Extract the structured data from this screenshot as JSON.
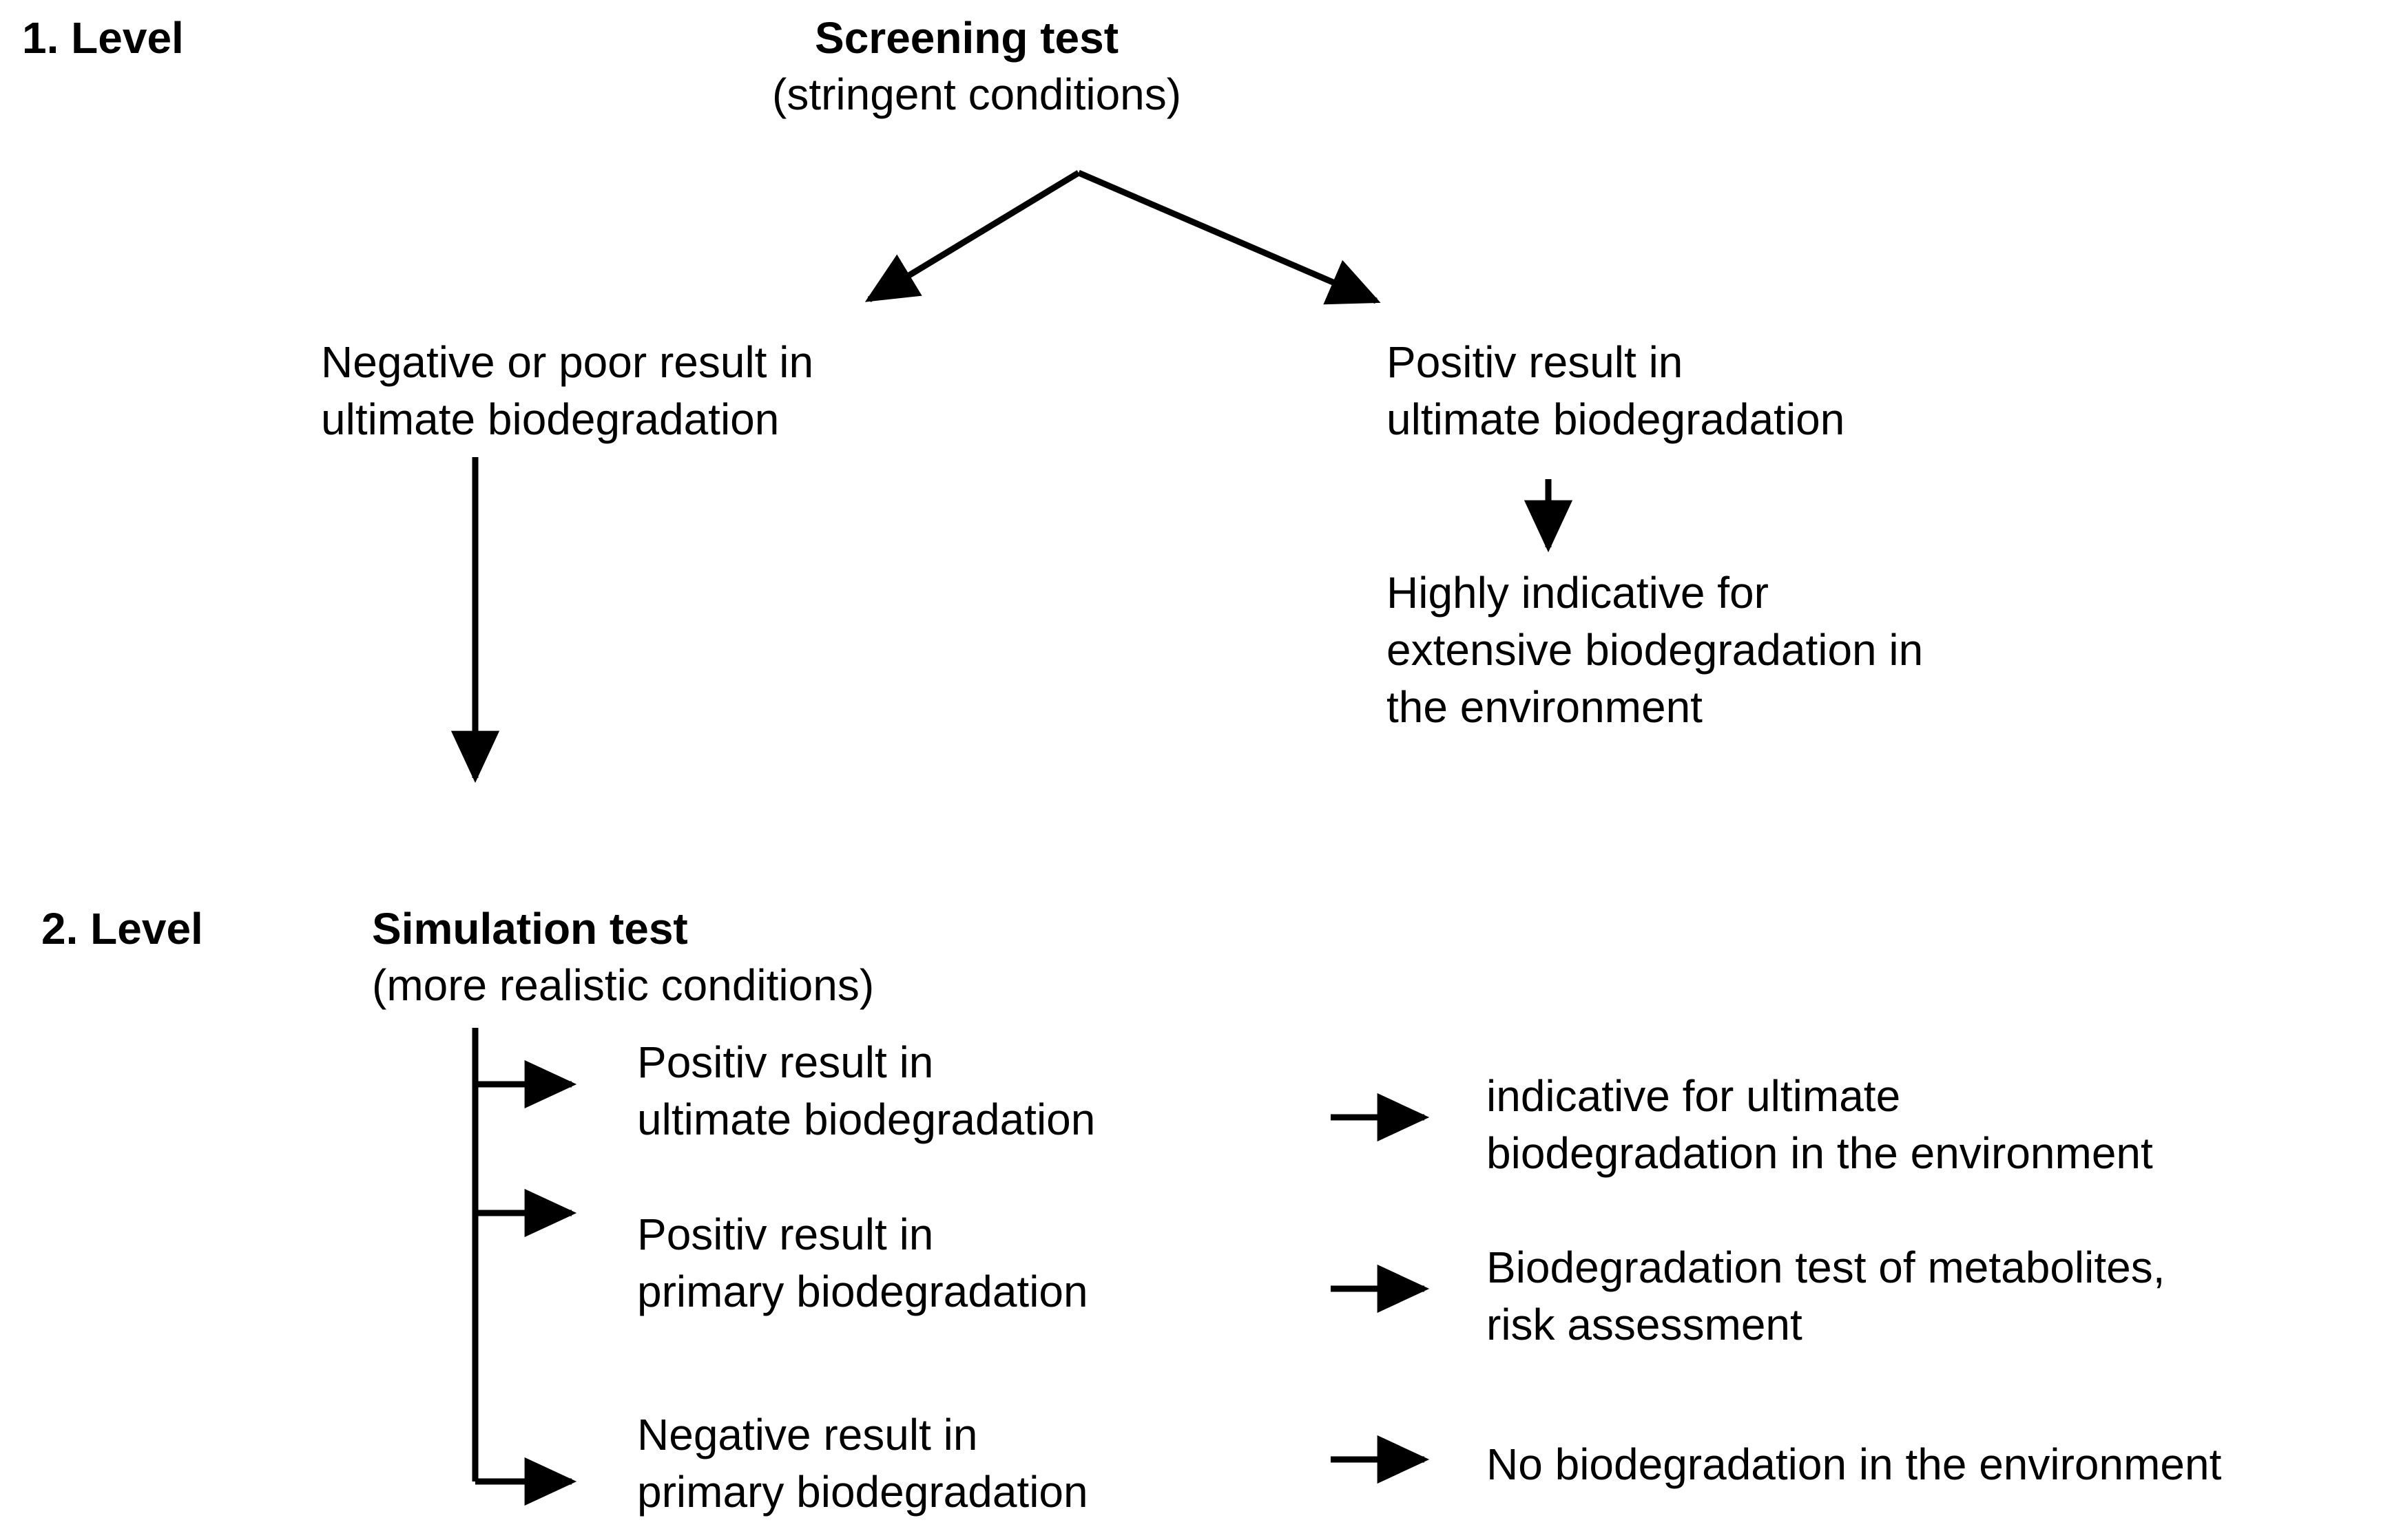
{
  "diagram": {
    "title_level1": "1. Level",
    "title_level2": "2. Level",
    "nodes": {
      "screening_test_title": "Screening test",
      "screening_test_subtitle": "(stringent conditions)",
      "negative_poor_line1": "Negative or poor result in",
      "negative_poor_line2": "ultimate biodegradation",
      "positiv_ultimate_line1": "Positiv result in",
      "positiv_ultimate_line2": "ultimate biodegradation",
      "highly_indicative_line1": "Highly indicative for",
      "highly_indicative_line2": "extensive biodegradation in",
      "highly_indicative_line3": "the environment",
      "simulation_test_title": "Simulation test",
      "simulation_test_subtitle": "(more realistic conditions)",
      "branch1_line1": "Positiv result in",
      "branch1_line2": "ultimate biodegradation",
      "branch1_out_line1": "indicative for ultimate",
      "branch1_out_line2": "biodegradation in the environment",
      "branch2_line1": "Positiv result in",
      "branch2_line2": "primary biodegradation",
      "branch2_out_line1": "Biodegradation test of metabolites,",
      "branch2_out_line2": "risk assessment",
      "branch3_line1": "Negative result in",
      "branch3_line2": "primary biodegradation",
      "branch3_out_line1": "No biodegradation in the environment"
    },
    "colors": {
      "stroke": "#000000",
      "background": "#ffffff",
      "text": "#000000"
    }
  }
}
